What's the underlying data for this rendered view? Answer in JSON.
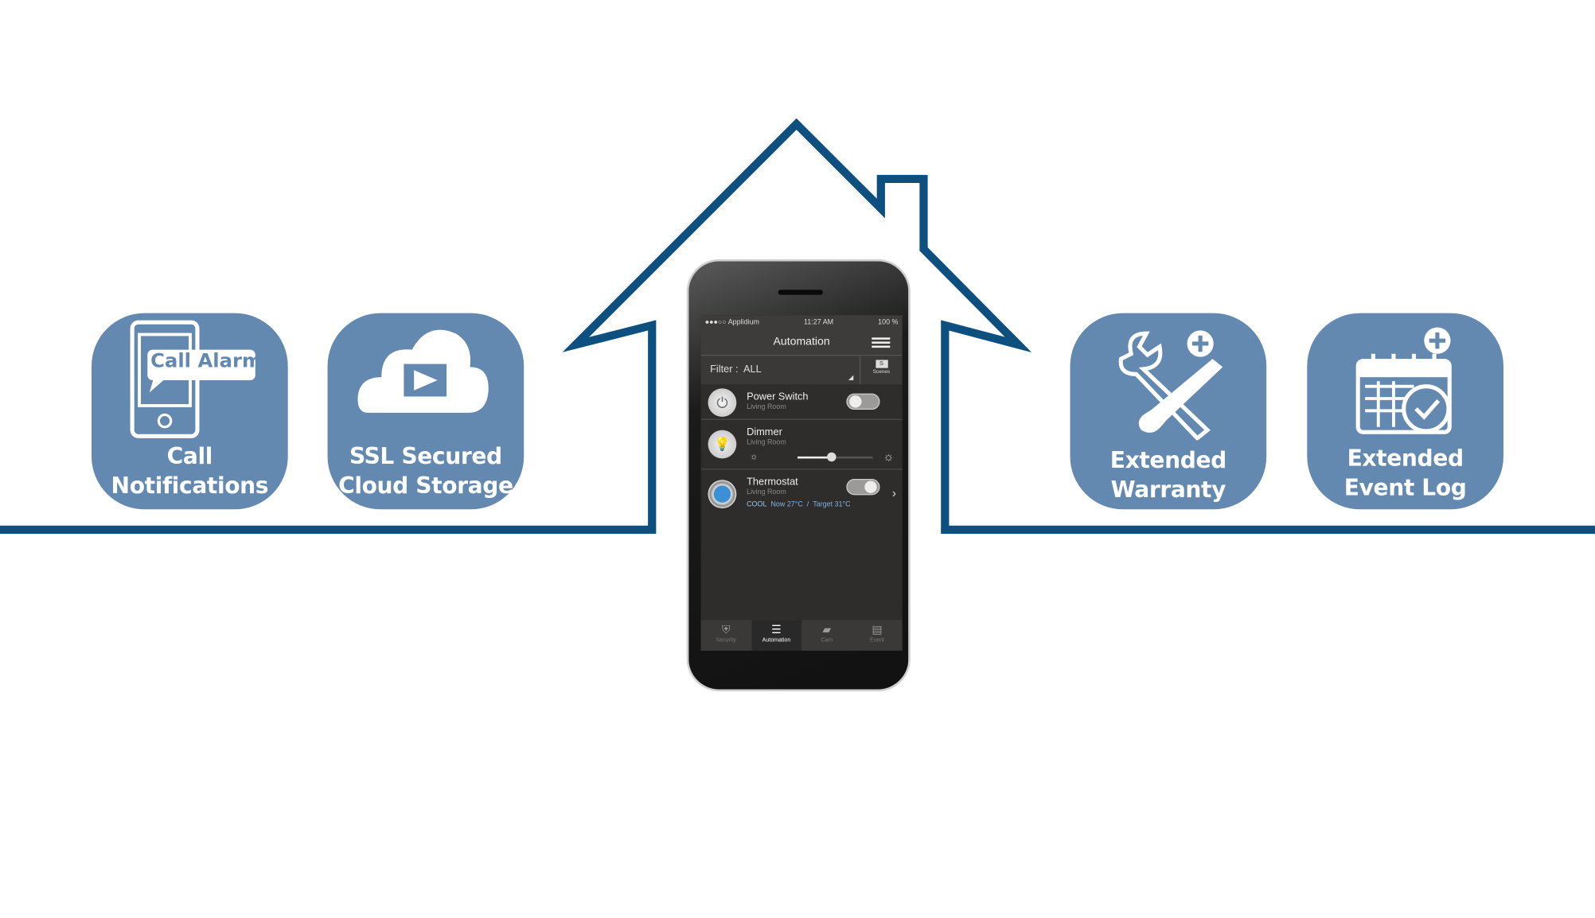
{
  "colors": {
    "house_line": "#0d4f7f",
    "card": "#6389b0",
    "phone_screen": "#2e2d2c"
  },
  "features": [
    {
      "label_line1": "Call",
      "label_line2": "Notifications",
      "badge": "Call Alarm",
      "icon": "phone-alarm-icon"
    },
    {
      "label_line1": "SSL Secured",
      "label_line2": "Cloud Storage",
      "icon": "cloud-play-icon"
    },
    {
      "label_line1": "Extended",
      "label_line2": "Warranty",
      "icon": "wrench-screwdriver-plus-icon"
    },
    {
      "label_line1": "Extended",
      "label_line2": "Event Log",
      "icon": "calendar-clock-plus-icon"
    }
  ],
  "phone": {
    "status": {
      "carrier": "●●●○○ Applidium",
      "time": "11:27 AM",
      "battery": "100 %"
    },
    "title": "Automation",
    "filter": {
      "label": "Filter :",
      "value": "ALL",
      "scenes": "Scenes",
      "scenes_icon_text": "S"
    },
    "devices": [
      {
        "name": "Power Switch",
        "room": "Living Room",
        "toggle_on": false
      },
      {
        "name": "Dimmer",
        "room": "Living Room",
        "level": 0.45
      },
      {
        "name": "Thermostat",
        "room": "Living Room",
        "toggle_on": true,
        "mode": "COOL",
        "now": "Now 27°C",
        "sep": "/",
        "target": "Target  31°C"
      }
    ],
    "tabs": [
      {
        "label": "Security",
        "active": false
      },
      {
        "label": "Automation",
        "active": true
      },
      {
        "label": "Cam",
        "active": false
      },
      {
        "label": "Event",
        "active": false
      }
    ]
  }
}
